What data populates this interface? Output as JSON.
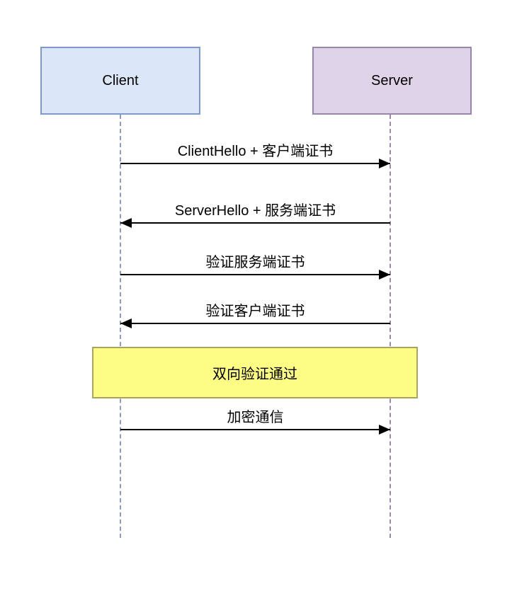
{
  "participants": [
    {
      "id": "client",
      "label": "Client",
      "fill": "#dbe7f8",
      "border": "#7d99c9",
      "lifeline_color": "#8b9cc0"
    },
    {
      "id": "server",
      "label": "Server",
      "fill": "#ded3e8",
      "border": "#9a86ac",
      "lifeline_color": "#9d89ad"
    }
  ],
  "messages": [
    {
      "label": "ClientHello + 客户端证书",
      "from": "client",
      "to": "server",
      "direction": "right"
    },
    {
      "label": "ServerHello + 服务端证书",
      "from": "server",
      "to": "client",
      "direction": "left"
    },
    {
      "label": "验证服务端证书",
      "from": "client",
      "to": "server",
      "direction": "right"
    },
    {
      "label": "验证客户端证书",
      "from": "server",
      "to": "client",
      "direction": "left"
    },
    {
      "label": "加密通信",
      "from": "client",
      "to": "server",
      "direction": "right"
    }
  ],
  "note": {
    "label": "双向验证通过",
    "fill": "#fdfc85",
    "border": "#aba25f"
  },
  "colors": {
    "arrow": "#000000",
    "text": "#000000",
    "background": "#ffffff"
  }
}
